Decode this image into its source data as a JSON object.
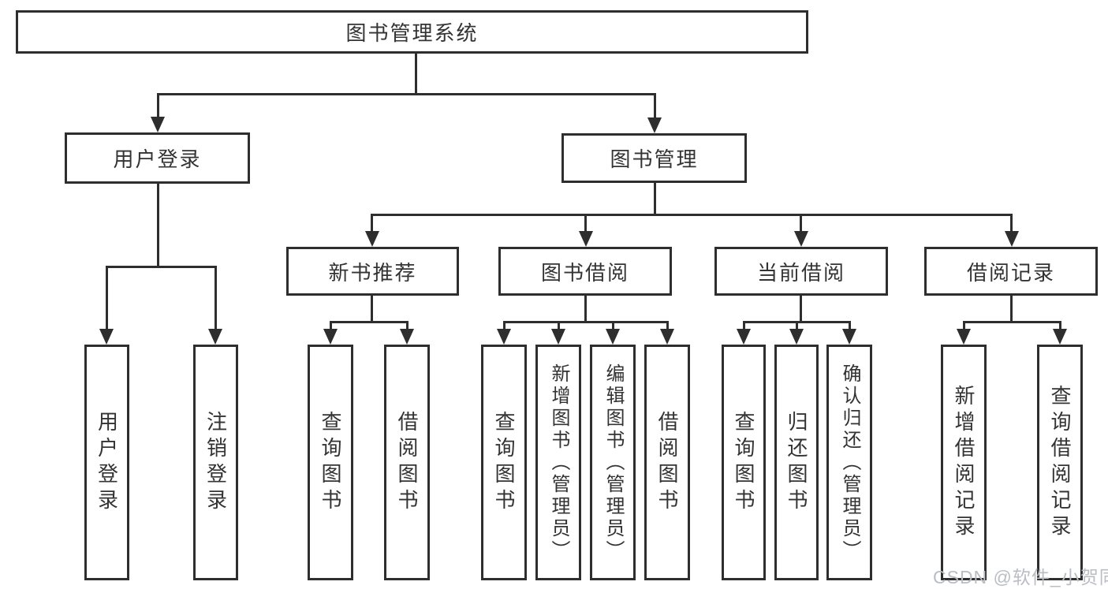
{
  "title": "图书管理系统",
  "level1": [
    {
      "label": "用户登录"
    },
    {
      "label": "图书管理"
    }
  ],
  "level2": [
    {
      "label": "新书推荐"
    },
    {
      "label": "图书借阅"
    },
    {
      "label": "当前借阅"
    },
    {
      "label": "借阅记录"
    }
  ],
  "leaves": {
    "user_login": [
      {
        "label": "用户登录"
      },
      {
        "label": "注销登录"
      }
    ],
    "new_book_recommend": [
      {
        "label": "查询图书"
      },
      {
        "label": "借阅图书"
      }
    ],
    "book_borrow": [
      {
        "label": "查询图书"
      },
      {
        "label": "新增图书（管理员）"
      },
      {
        "label": "编辑图书（管理员）"
      },
      {
        "label": "借阅图书"
      }
    ],
    "current_borrow": [
      {
        "label": "查询图书"
      },
      {
        "label": "归还图书"
      },
      {
        "label": "确认归还（管理员）"
      }
    ],
    "borrow_record": [
      {
        "label": "新增借阅记录"
      },
      {
        "label": "查询借阅记录"
      }
    ]
  },
  "watermark": "CSDN @软件_小贺同学",
  "colors": {
    "line": "#2e2e2e",
    "text": "#333333",
    "watermark": "#b9bdc4",
    "background": "#ffffff"
  }
}
